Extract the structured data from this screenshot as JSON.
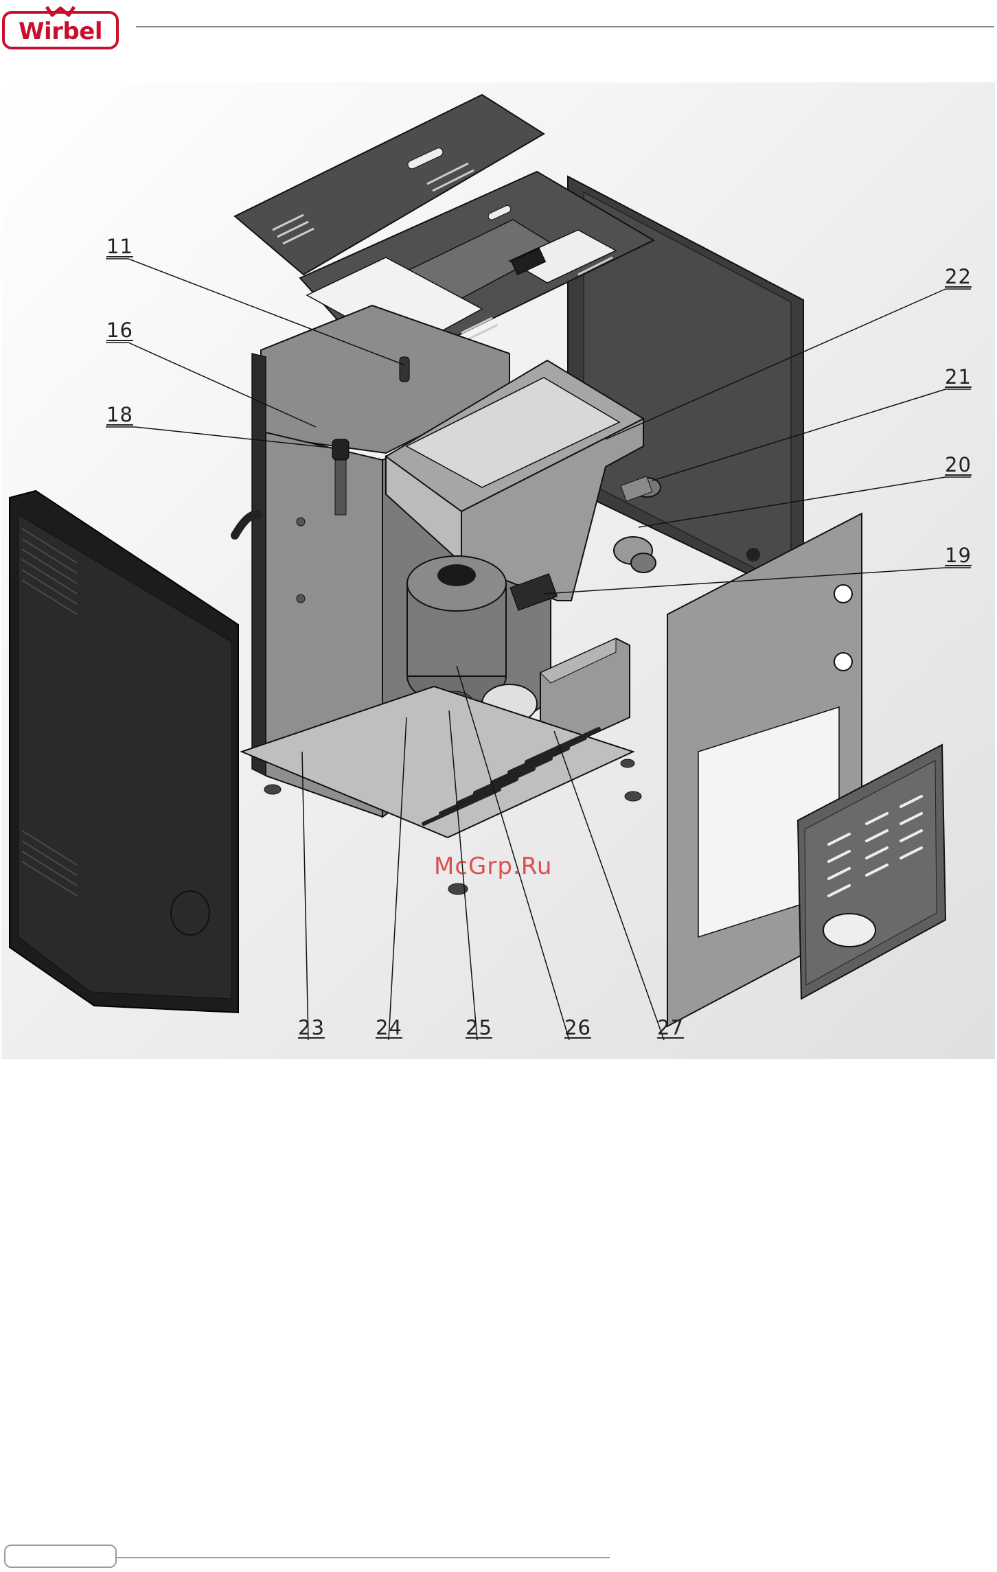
{
  "header": {
    "brand": "Wirbel",
    "brand_color": "#c8102e"
  },
  "figure": {
    "callouts": [
      "11",
      "16",
      "18",
      "22",
      "21",
      "20",
      "19",
      "23",
      "24",
      "25",
      "26",
      "27"
    ],
    "watermark": "McGrp.Ru"
  }
}
